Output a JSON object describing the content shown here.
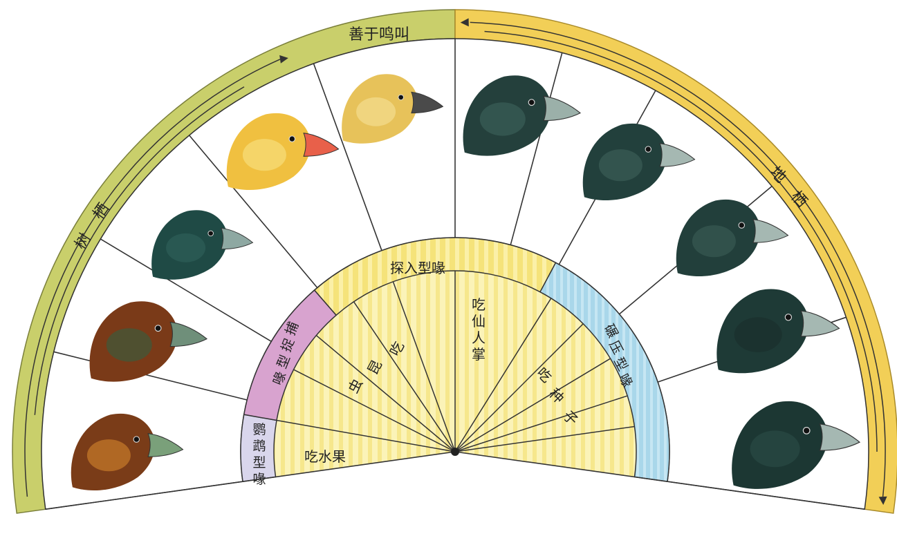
{
  "labels": {
    "top_band": "善于鸣叫",
    "left_arc": "树栖",
    "right_arc": "地栖",
    "beak_probe": "探入型喙",
    "beak_grasp": "捕捉型喙",
    "beak_crush": "碾压型喙",
    "beak_parrot": "鹦鹉型喙",
    "eat_cactus": "吃仙人掌",
    "eat_insects": "吃昆虫",
    "eat_seeds": "吃种子",
    "eat_fruit": "吃水果"
  },
  "colors": {
    "left_arc": "#c9cf6b",
    "right_arc": "#f2cf57",
    "top_band": "#f2c9d6",
    "yellow_band": "#f7e98a",
    "yellow_inner": "#fbf3b8",
    "blue_band": "#a9d7ea",
    "pink_band": "#d8a3cf",
    "lavender_band": "#d9d6ec",
    "line": "#333333"
  },
  "birds": [
    {
      "name": "bird-parrot-beak",
      "head": "#7a3c18",
      "spot": "#c77a2a",
      "beak": "#7aa07a"
    },
    {
      "name": "bird-grasp-large",
      "head": "#7a3a18",
      "spot": "#3d5a3a",
      "beak": "#6f8f7a"
    },
    {
      "name": "bird-grasp-small",
      "head": "#1f4a45",
      "spot": "#2d5e58",
      "beak": "#8ea8a2"
    },
    {
      "name": "bird-probe-red-beak",
      "head": "#f0c040",
      "spot": "#f7de7a",
      "beak": "#e8604a"
    },
    {
      "name": "bird-warbler",
      "head": "#e7c25a",
      "spot": "#f4dd8e",
      "beak": "#4a4a4a"
    },
    {
      "name": "bird-cactus",
      "head": "#24403c",
      "spot": "#3b5e57",
      "beak": "#9bb0a9"
    },
    {
      "name": "bird-seed-1",
      "head": "#22403c",
      "spot": "#3a5c55",
      "beak": "#a5b8b2"
    },
    {
      "name": "bird-seed-2",
      "head": "#223f3b",
      "spot": "#385a53",
      "beak": "#a5b8b2"
    },
    {
      "name": "bird-seed-3",
      "head": "#1e3a36",
      "spot": "#1a2f2c",
      "beak": "#a5b8b2"
    },
    {
      "name": "bird-seed-4",
      "head": "#1c3733",
      "spot": "#2a4a45",
      "beak": "#a5b8b2"
    }
  ]
}
